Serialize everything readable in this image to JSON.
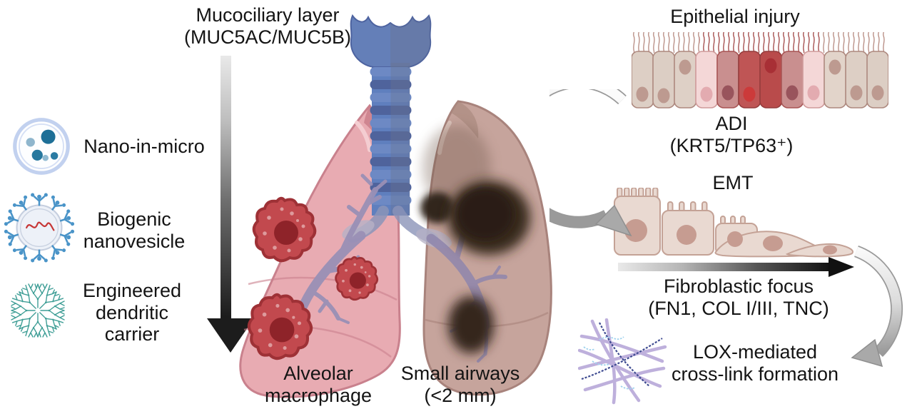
{
  "figure": {
    "type": "scientific-diagram",
    "topic": "Inhaled nanocarrier delivery to fibrotic lung"
  },
  "colors": {
    "healthy_lung": "#e8abb2",
    "fibrotic_lung": "#c6a49c",
    "trachea_blue": "#5f7fbe",
    "bronchi_purple": "#9a90b6",
    "macrophage_red": "#c2494e",
    "fibrosis_dark": "#33251d",
    "arrow_black": "#1a1a1a",
    "arrow_gray": "#a9a9a9",
    "epithelium_tan": "#ddcfc5",
    "injury_red": "#bf5555",
    "fiber_lavender": "#b3a3d6",
    "fiber_navy": "#3e4b91",
    "fiber_lightblue": "#9fd2ee",
    "carrier_teal": "#3f9e96",
    "carrier_blue": "#4a94c8"
  },
  "legend": {
    "items": [
      {
        "icon": "nano-in-micro-icon",
        "label": "Nano-in-micro"
      },
      {
        "icon": "biogenic-nanovesicle-icon",
        "label": "Biogenic\nnanovesicle"
      },
      {
        "icon": "engineered-dendritic-carrier-icon",
        "label": "Engineered\ndendritic\ncarrier"
      }
    ]
  },
  "center": {
    "mucociliary": "Mucociliary layer\n(MUC5AC/MUC5B)",
    "alveolar": "Alveolar\nmacrophage",
    "small_airways": "Small airways\n(<2 mm)"
  },
  "right": {
    "epithelial_injury": "Epithelial injury",
    "adi": "ADI\n(KRT5/TP63⁺)",
    "emt": "EMT",
    "fibroblastic_focus": "Fibroblastic focus\n(FN1, COL I/III, TNC)",
    "lox": "LOX-mediated\ncross-link formation"
  }
}
